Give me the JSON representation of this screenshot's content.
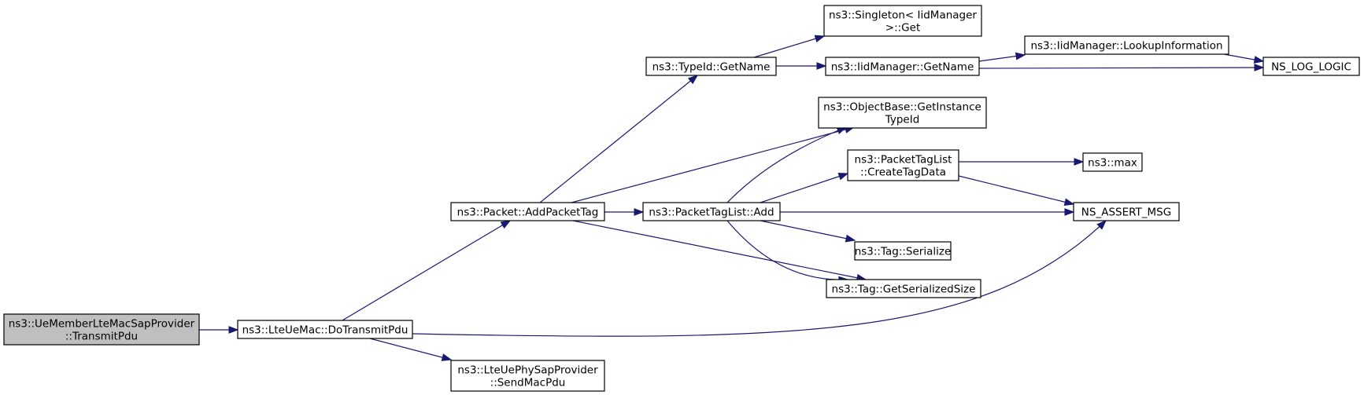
{
  "nodes": [
    {
      "id": "ue_transmit",
      "lines": [
        "ns3::UeMemberLteMacSapProvider",
        "::TransmitPdu"
      ],
      "root": true
    },
    {
      "id": "do_transmit",
      "lines": [
        "ns3::LteUeMac::DoTransmitPdu"
      ]
    },
    {
      "id": "add_packet_tag",
      "lines": [
        "ns3::Packet::AddPacketTag"
      ]
    },
    {
      "id": "send_mac_pdu",
      "lines": [
        "ns3::LteUePhySapProvider",
        "::SendMacPdu"
      ]
    },
    {
      "id": "typeid_getname",
      "lines": [
        "ns3::TypeId::GetName"
      ]
    },
    {
      "id": "tag_list_add",
      "lines": [
        "ns3::PacketTagList::Add"
      ]
    },
    {
      "id": "singleton_get",
      "lines": [
        "ns3::Singleton< IidManager",
        ">::Get"
      ]
    },
    {
      "id": "iid_getname",
      "lines": [
        "ns3::IidManager::GetName"
      ]
    },
    {
      "id": "get_instance_typeid",
      "lines": [
        "ns3::ObjectBase::GetInstance",
        "TypeId"
      ]
    },
    {
      "id": "create_tag_data",
      "lines": [
        "ns3::PacketTagList",
        "::CreateTagData"
      ]
    },
    {
      "id": "tag_serialize",
      "lines": [
        "ns3::Tag::Serialize"
      ]
    },
    {
      "id": "tag_get_serialized_size",
      "lines": [
        "ns3::Tag::GetSerializedSize"
      ]
    },
    {
      "id": "lookup_information",
      "lines": [
        "ns3::IidManager::LookupInformation"
      ]
    },
    {
      "id": "ns3_max",
      "lines": [
        "ns3::max"
      ]
    },
    {
      "id": "ns_assert_msg",
      "lines": [
        "NS_ASSERT_MSG"
      ]
    },
    {
      "id": "ns_log_logic",
      "lines": [
        "NS_LOG_LOGIC"
      ]
    }
  ],
  "edges": [
    {
      "from": "ue_transmit",
      "to": "do_transmit"
    },
    {
      "from": "do_transmit",
      "to": "add_packet_tag"
    },
    {
      "from": "do_transmit",
      "to": "send_mac_pdu"
    },
    {
      "from": "do_transmit",
      "to": "ns_assert_msg"
    },
    {
      "from": "add_packet_tag",
      "to": "typeid_getname"
    },
    {
      "from": "add_packet_tag",
      "to": "get_instance_typeid"
    },
    {
      "from": "add_packet_tag",
      "to": "tag_list_add"
    },
    {
      "from": "add_packet_tag",
      "to": "tag_get_serialized_size"
    },
    {
      "from": "typeid_getname",
      "to": "singleton_get"
    },
    {
      "from": "typeid_getname",
      "to": "iid_getname"
    },
    {
      "from": "iid_getname",
      "to": "lookup_information"
    },
    {
      "from": "iid_getname",
      "to": "ns_log_logic"
    },
    {
      "from": "lookup_information",
      "to": "ns_log_logic"
    },
    {
      "from": "tag_list_add",
      "to": "get_instance_typeid"
    },
    {
      "from": "tag_list_add",
      "to": "create_tag_data"
    },
    {
      "from": "tag_list_add",
      "to": "ns_assert_msg"
    },
    {
      "from": "tag_list_add",
      "to": "tag_serialize"
    },
    {
      "from": "tag_list_add",
      "to": "tag_get_serialized_size"
    },
    {
      "from": "create_tag_data",
      "to": "ns3_max"
    },
    {
      "from": "create_tag_data",
      "to": "ns_assert_msg"
    }
  ]
}
